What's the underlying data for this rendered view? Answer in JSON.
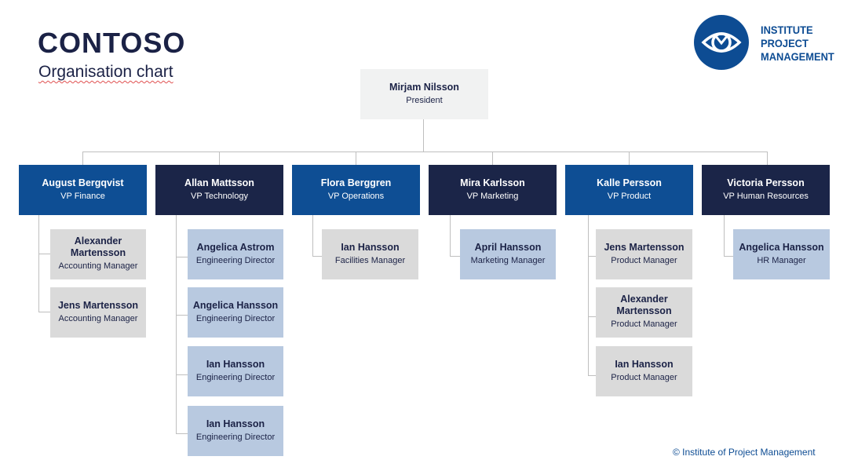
{
  "header": {
    "title": "CONTOSO",
    "subtitle": "Organisation chart"
  },
  "logo": {
    "icon": "eye-icon",
    "line1": "INSTITUTE",
    "line2": "PROJECT",
    "line3": "MANAGEMENT"
  },
  "colors": {
    "navy": "#1b2548",
    "blue": "#0e4e94",
    "light_blue": "#b8c9e0",
    "grey": "#dadada",
    "president_bg": "#f1f2f2",
    "connector": "#bfbfbf"
  },
  "president": {
    "name": "Mirjam Nilsson",
    "role": "President"
  },
  "vps": [
    {
      "name": "August Bergqvist",
      "role": "VP Finance",
      "reports": [
        {
          "name": "Alexander Martensson",
          "role": "Accounting Manager"
        },
        {
          "name": "Jens Martensson",
          "role": "Accounting Manager"
        }
      ]
    },
    {
      "name": "Allan Mattsson",
      "role": "VP Technology",
      "reports": [
        {
          "name": "Angelica Astrom",
          "role": "Engineering Director"
        },
        {
          "name": "Angelica Hansson",
          "role": "Engineering Director"
        },
        {
          "name": "Ian Hansson",
          "role": "Engineering Director"
        },
        {
          "name": "Ian Hansson",
          "role": "Engineering Director"
        }
      ]
    },
    {
      "name": "Flora Berggren",
      "role": "VP Operations",
      "reports": [
        {
          "name": "Ian Hansson",
          "role": "Facilities Manager"
        }
      ]
    },
    {
      "name": "Mira Karlsson",
      "role": "VP Marketing",
      "reports": [
        {
          "name": "April Hansson",
          "role": "Marketing Manager"
        }
      ]
    },
    {
      "name": "Kalle Persson",
      "role": "VP Product",
      "reports": [
        {
          "name": "Jens Martensson",
          "role": "Product Manager"
        },
        {
          "name": "Alexander Martensson",
          "role": "Product Manager"
        },
        {
          "name": "Ian Hansson",
          "role": "Product Manager"
        }
      ]
    },
    {
      "name": "Victoria Persson",
      "role": "VP Human Resources",
      "reports": [
        {
          "name": "Angelica Hansson",
          "role": "HR Manager"
        }
      ]
    }
  ],
  "footer": {
    "copyright": "© Institute of Project Management"
  }
}
